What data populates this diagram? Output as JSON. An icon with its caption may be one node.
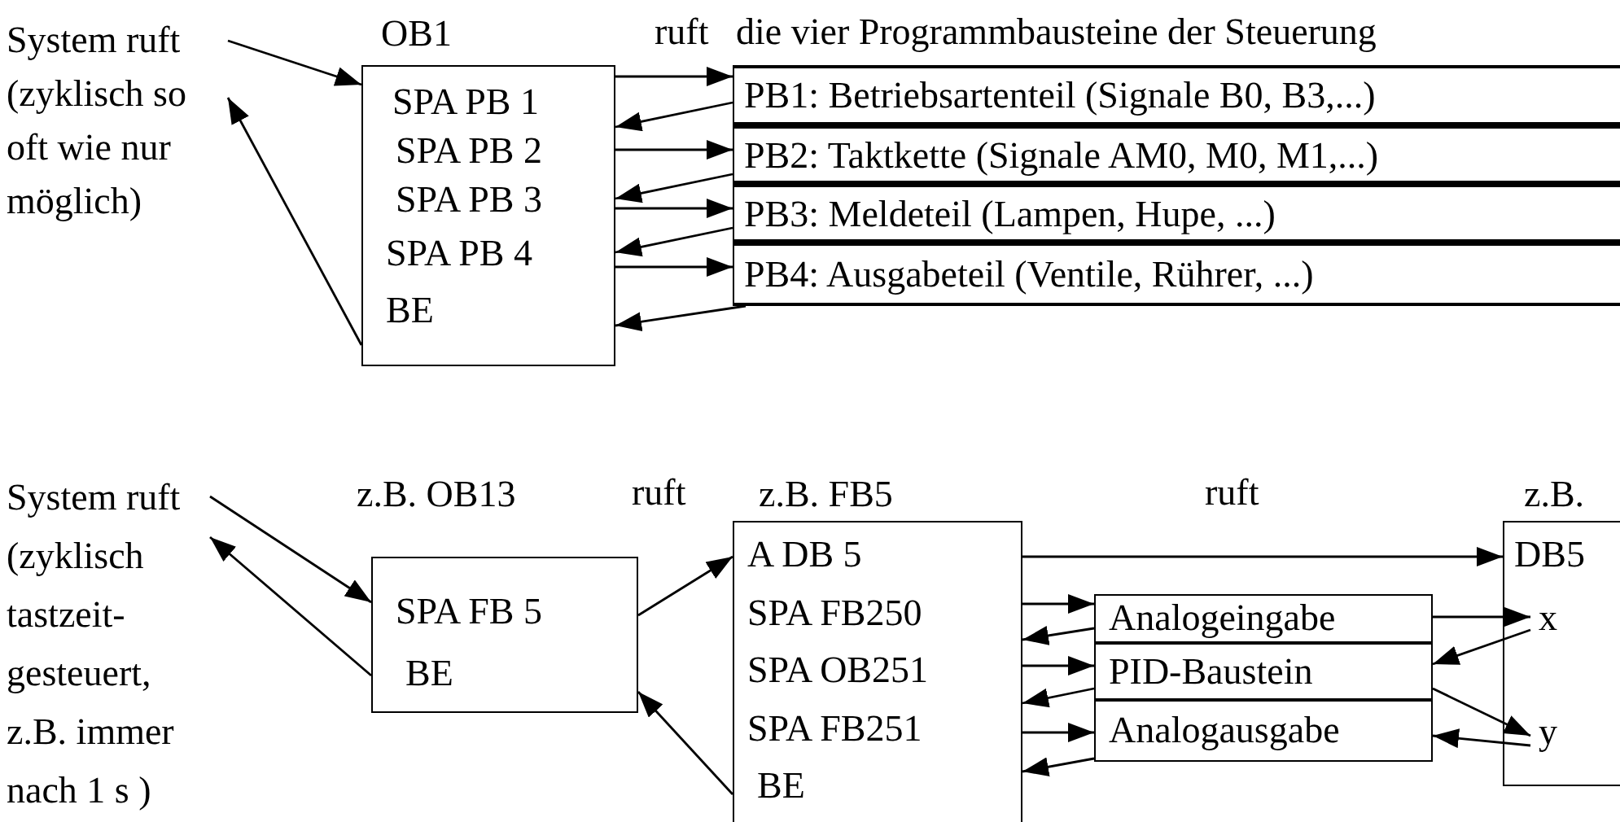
{
  "diagram": {
    "nodes": [
      {
        "text": [
          "System ruft (zyklisch so oft wie nur möglich)"
        ]
      },
      {
        "text": [
          "OB1",
          "SPA PB 1",
          "SPA PB 2",
          "SPA PB 3",
          "SPA PB 4",
          "BE"
        ]
      },
      {
        "text": [
          "PB1: Betriebsartenteil (Signale B0, B3,...)"
        ]
      },
      {
        "text": [
          "PB2: Taktkette (Signale AM0, M0, M1,...)"
        ]
      },
      {
        "text": [
          "PB3: Meldeteil (Lampen, Hupe, ...)"
        ]
      },
      {
        "text": [
          "PB4: Ausgabeteil (Ventile, Rührer, ...)"
        ]
      },
      {
        "text": [
          "System ruft (zyklisch tastzeit- gesteuert, z.B. immer nach 1 s )"
        ]
      },
      {
        "text": [
          "z.B. OB13",
          "SPA FB 5",
          "BE"
        ]
      },
      {
        "text": [
          "z.B. FB5",
          "A DB 5",
          "SPA FB250",
          "SPA OB251",
          "SPA FB251",
          "BE"
        ]
      },
      {
        "text": [
          "Analogeingabe"
        ]
      },
      {
        "text": [
          "PID-Baustein"
        ]
      },
      {
        "text": [
          "Analogausgabe"
        ]
      },
      {
        "text": [
          "z.B.",
          "DB5"
        ]
      },
      {
        "text": [
          "x"
        ],
        "in": 12
      },
      {
        "text": [
          "y"
        ],
        "in": 12
      }
    ],
    "edges": [
      {
        "from": 0,
        "to": 1,
        "arrow": "to"
      },
      {
        "from": 1,
        "to": 0,
        "arrow": "to"
      },
      {
        "from": 1,
        "to": 2,
        "arrow": "to"
      },
      {
        "from": 2,
        "to": 1,
        "arrow": "to"
      },
      {
        "from": 1,
        "to": 3,
        "arrow": "to"
      },
      {
        "from": 3,
        "to": 1,
        "arrow": "to"
      },
      {
        "from": 1,
        "to": 4,
        "arrow": "to"
      },
      {
        "from": 4,
        "to": 1,
        "arrow": "to"
      },
      {
        "from": 1,
        "to": 5,
        "arrow": "to"
      },
      {
        "from": 5,
        "to": 1,
        "arrow": "to"
      },
      {
        "from": 6,
        "to": 7,
        "arrow": "to"
      },
      {
        "from": 7,
        "to": 6,
        "arrow": "to"
      },
      {
        "from": 7,
        "to": 8,
        "arrow": "to"
      },
      {
        "from": 8,
        "to": 7,
        "arrow": "to"
      },
      {
        "from": 8,
        "to": 12,
        "arrow": "to"
      },
      {
        "from": 8,
        "to": 9,
        "arrow": "to"
      },
      {
        "from": 9,
        "to": 8,
        "arrow": "to"
      },
      {
        "from": 8,
        "to": 10,
        "arrow": "to"
      },
      {
        "from": 10,
        "to": 8,
        "arrow": "to"
      },
      {
        "from": 8,
        "to": 11,
        "arrow": "to"
      },
      {
        "from": 11,
        "to": 8,
        "arrow": "to"
      },
      {
        "from": 9,
        "to": 13,
        "arrow": "to"
      },
      {
        "from": 13,
        "to": 10,
        "arrow": "to"
      },
      {
        "from": 10,
        "to": 14,
        "arrow": "to"
      },
      {
        "from": 14,
        "to": 11,
        "arrow": "to"
      }
    ],
    "labels": [
      "ruft",
      "die vier Programmbausteine der Steuerung",
      "ruft",
      "ruft"
    ]
  }
}
